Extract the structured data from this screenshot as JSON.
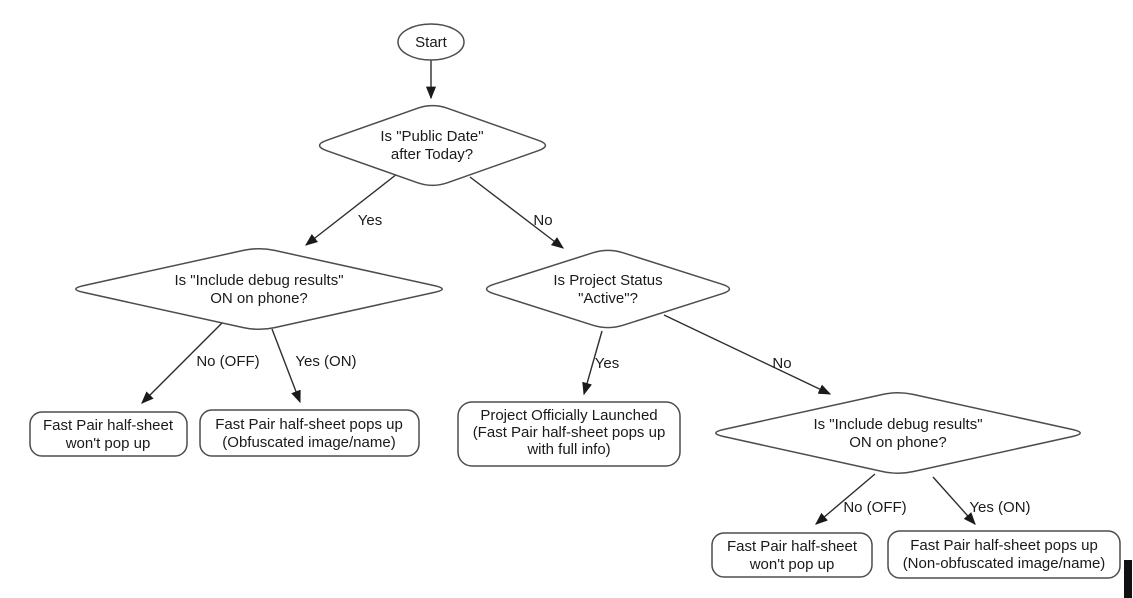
{
  "flowchart": {
    "background_color": "#ffffff",
    "shape_stroke_color": "#4d4d4d",
    "line_color": "#2e2e2e",
    "text_color": "#1a1a1a",
    "nodes": {
      "start": {
        "type": "terminator",
        "label": "Start"
      },
      "d1": {
        "type": "decision",
        "lines": [
          "Is \"Public Date\"",
          "after Today?"
        ]
      },
      "d2": {
        "type": "decision",
        "lines": [
          "Is \"Include debug results\"",
          "ON on phone?"
        ]
      },
      "d3": {
        "type": "decision",
        "lines": [
          "Is Project Status",
          "\"Active\"?"
        ]
      },
      "d4": {
        "type": "decision",
        "lines": [
          "Is \"Include debug results\"",
          "ON on phone?"
        ]
      },
      "result_left_no": {
        "type": "result",
        "lines": [
          "Fast Pair half-sheet",
          "won't pop up"
        ]
      },
      "result_left_yes": {
        "type": "result",
        "lines": [
          "Fast Pair half-sheet pops up",
          "(Obfuscated image/name)"
        ]
      },
      "result_launched": {
        "type": "result",
        "lines": [
          "Project Officially Launched",
          "(Fast Pair half-sheet pops up",
          "with full info)"
        ]
      },
      "result_right_no": {
        "type": "result",
        "lines": [
          "Fast Pair half-sheet",
          "won't pop up"
        ]
      },
      "result_right_yes": {
        "type": "result",
        "lines": [
          "Fast Pair half-sheet pops up",
          "(Non-obfuscated image/name)"
        ]
      }
    },
    "edges": {
      "start_d1": {
        "label": ""
      },
      "d1_d2": {
        "label": "Yes"
      },
      "d1_d3": {
        "label": "No"
      },
      "d2_left": {
        "label": "No (OFF)"
      },
      "d2_right": {
        "label": "Yes (ON)"
      },
      "d3_down": {
        "label": "Yes"
      },
      "d3_d4": {
        "label": "No"
      },
      "d4_left": {
        "label": "No (OFF)"
      },
      "d4_right": {
        "label": "Yes (ON)"
      }
    }
  }
}
